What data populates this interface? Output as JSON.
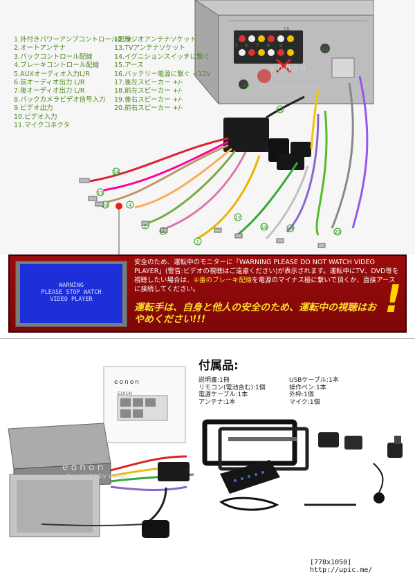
{
  "legend_left": [
    "1.外付きパワーアンプコントロール配線",
    "2.オートアンテナ",
    "3.バックコントロール配線",
    "4.ブレーキコントロール配線",
    "5.AUXオーディオ入力L/R",
    "6.前オーディオ出力 L/R",
    "7.後オーディオ出力 L/R",
    "8.バックカメラビデオ信号入力",
    "9.ビデオ出力",
    "10.ビデオ入力",
    "11.マイクコネクタ"
  ],
  "legend_right": [
    "12.ラジオアンテナソケット",
    "13.TVアンテナソケット",
    "14.イグニションスイッチに繋ぐ",
    "15.アース",
    "16.バッテリー電源に繋ぐ +12V",
    "17.後左スピーカー +/-",
    "18.前左スピーカー +/-",
    "19.後右スピーカー +/-",
    "20.前右スピーカー +/-"
  ],
  "wire_markers": [
    "14",
    "15",
    "10",
    "4",
    "2",
    "3",
    "1",
    "17",
    "18",
    "19",
    "20",
    "11",
    "5",
    "6",
    "7",
    "8",
    "9",
    "16",
    "12",
    "13"
  ],
  "copyright": "Copyright by eonon",
  "brand": "eonon",
  "warning": {
    "screen_lines": [
      "WARNING",
      "PLEASE STOP WATCH",
      "VIDEO PLAYER"
    ],
    "text_1": "安全のため、運転中のモニターに「WARNING PLEASE DO NOT WATCH VIDEO PLAYER」(警告:ビデオの視聴はご遠慮ください)が表示されます。運転中にTV、DVD等を視聴したい場合は、",
    "text_hl": "④番のブレーキ配線",
    "text_2": "を電源のマイナス極に繋いで頂くか、直接アースに接続してください。",
    "headline": "運転手は、自身と他人の安全のため、運転中の視聴はおやめください!!!",
    "exclaim": "!"
  },
  "accessories": {
    "title": "付属品:",
    "left_items": [
      "説明書:1冊",
      "リモコン(電池含む):1個",
      "電源ケーブル:1本",
      "アンテナ:1本"
    ],
    "right_items": [
      "USBケーブル:1本",
      "操作ペン:1本",
      "外枠:1個",
      "マイク:1個"
    ],
    "manual_brand": "eonon",
    "manual_model": "E1014J",
    "watermark": "Copyright by eonon",
    "brand": "eonon"
  },
  "footer": "[778x1050] http://upic.me/"
}
